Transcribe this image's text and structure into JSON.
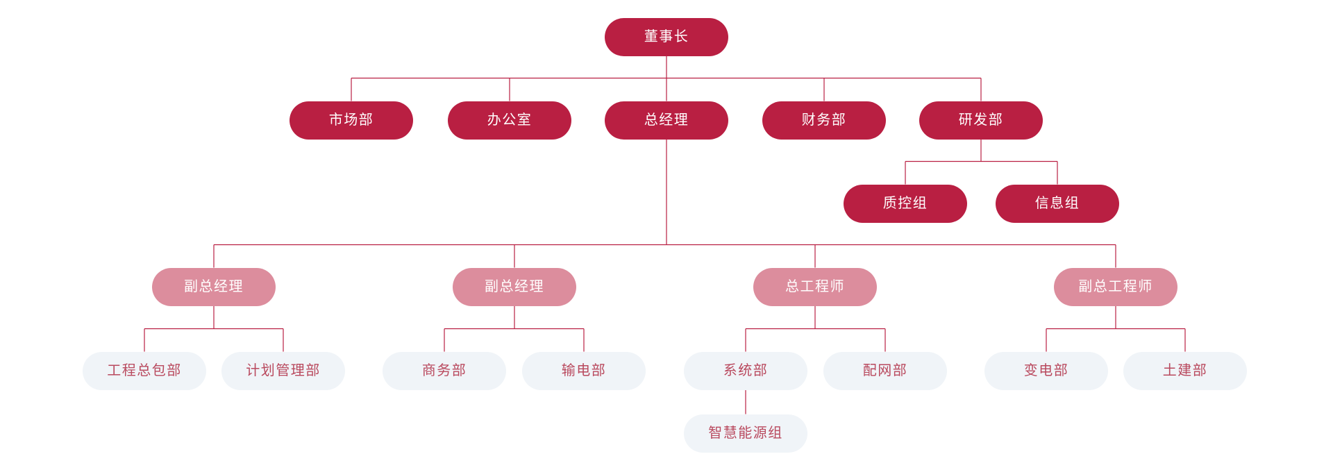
{
  "diagram": {
    "type": "org-chart",
    "background": "#FFFFFF",
    "colors": {
      "primary_fill": "#B91F42",
      "primary_text": "#FFFFFF",
      "secondary_fill": "#DC8D9D",
      "secondary_text": "#FFFFFF",
      "light_fill": "#F0F4F8",
      "light_text": "#B9495E",
      "connector": "#B91F42"
    },
    "nodes": [
      {
        "id": "chairman",
        "label": "董事长",
        "level": "primary",
        "parent": null
      },
      {
        "id": "marketing-dept",
        "label": "市场部",
        "level": "primary",
        "parent": "chairman"
      },
      {
        "id": "office",
        "label": "办公室",
        "level": "primary",
        "parent": "chairman"
      },
      {
        "id": "general-manager",
        "label": "总经理",
        "level": "primary",
        "parent": "chairman"
      },
      {
        "id": "finance-dept",
        "label": "财务部",
        "level": "primary",
        "parent": "chairman"
      },
      {
        "id": "rnd-dept",
        "label": "研发部",
        "level": "primary",
        "parent": "chairman"
      },
      {
        "id": "quality-control-group",
        "label": "质控组",
        "level": "primary",
        "parent": "rnd-dept"
      },
      {
        "id": "information-group",
        "label": "信息组",
        "level": "primary",
        "parent": "rnd-dept"
      },
      {
        "id": "deputy-gm-1",
        "label": "副总经理",
        "level": "secondary",
        "parent": "general-manager"
      },
      {
        "id": "deputy-gm-2",
        "label": "副总经理",
        "level": "secondary",
        "parent": "general-manager"
      },
      {
        "id": "chief-engineer",
        "label": "总工程师",
        "level": "secondary",
        "parent": "general-manager"
      },
      {
        "id": "deputy-chief-engineer",
        "label": "副总工程师",
        "level": "secondary",
        "parent": "general-manager"
      },
      {
        "id": "epc-dept",
        "label": "工程总包部",
        "level": "light",
        "parent": "deputy-gm-1"
      },
      {
        "id": "planning-mgmt-dept",
        "label": "计划管理部",
        "level": "light",
        "parent": "deputy-gm-1"
      },
      {
        "id": "commerce-dept",
        "label": "商务部",
        "level": "light",
        "parent": "deputy-gm-2"
      },
      {
        "id": "transmission-dept",
        "label": "输电部",
        "level": "light",
        "parent": "deputy-gm-2"
      },
      {
        "id": "systems-dept",
        "label": "系统部",
        "level": "light",
        "parent": "chief-engineer"
      },
      {
        "id": "distribution-dept",
        "label": "配网部",
        "level": "light",
        "parent": "chief-engineer"
      },
      {
        "id": "substation-dept",
        "label": "变电部",
        "level": "light",
        "parent": "deputy-chief-engineer"
      },
      {
        "id": "civil-dept",
        "label": "土建部",
        "level": "light",
        "parent": "deputy-chief-engineer"
      },
      {
        "id": "smart-energy-group",
        "label": "智慧能源组",
        "level": "light",
        "parent": "systems-dept"
      }
    ]
  }
}
